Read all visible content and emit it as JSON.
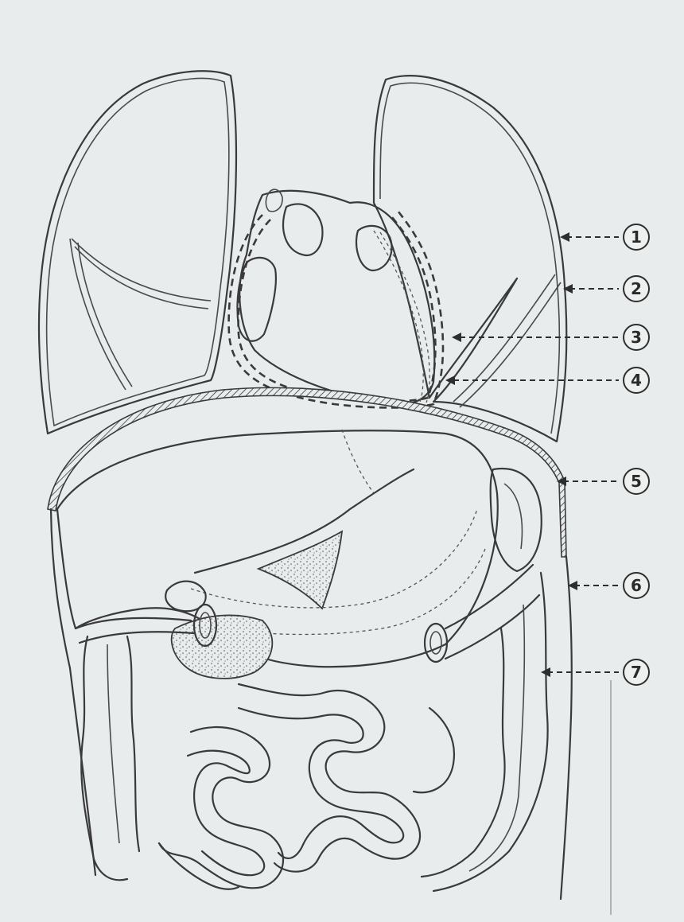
{
  "diagram": {
    "labels": [
      {
        "id": "1",
        "text": "①"
      },
      {
        "id": "2",
        "text": "②"
      },
      {
        "id": "3",
        "text": "③"
      },
      {
        "id": "4",
        "text": "④"
      },
      {
        "id": "5",
        "text": "⑤"
      },
      {
        "id": "6",
        "text": "⑥"
      },
      {
        "id": "7",
        "text": "⑦"
      }
    ]
  }
}
